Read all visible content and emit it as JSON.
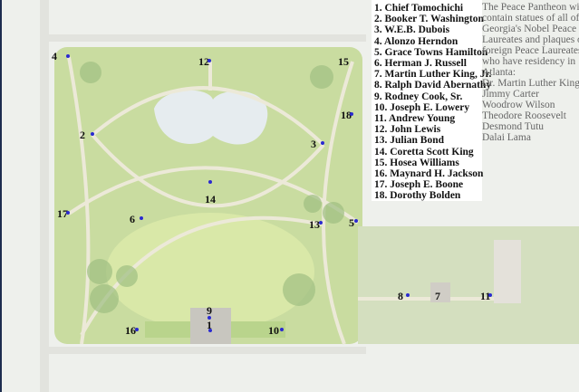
{
  "map": {
    "colors": {
      "park": "#c9dca0",
      "lawn": "#d7e6a6",
      "path": "#ece9d8",
      "pond": "#e6ecef",
      "trees": "#9fbf82",
      "marker_dot": "#2a2ad0"
    },
    "markers": [
      {
        "id": "1"
      },
      {
        "id": "2"
      },
      {
        "id": "3"
      },
      {
        "id": "4"
      },
      {
        "id": "5"
      },
      {
        "id": "6"
      },
      {
        "id": "7"
      },
      {
        "id": "8"
      },
      {
        "id": "9"
      },
      {
        "id": "10"
      },
      {
        "id": "11"
      },
      {
        "id": "12"
      },
      {
        "id": "13"
      },
      {
        "id": "14"
      },
      {
        "id": "15"
      },
      {
        "id": "16"
      },
      {
        "id": "17"
      },
      {
        "id": "18"
      }
    ]
  },
  "legend": {
    "items": [
      "1. Chief Tomochichi",
      "2. Booker T. Washington",
      "3. W.E.B. Dubois",
      "4. Alonzo Herndon",
      "5. Grace Towns Hamilton",
      "6. Herman J. Russell",
      "7. Martin Luther King, Jr.",
      "8. Ralph David Abernathy",
      "9. Rodney Cook, Sr.",
      "10. Joseph E. Lowery",
      "11. Andrew Young",
      "12. John Lewis",
      "13. Julian Bond",
      "14. Coretta Scott King",
      "15. Hosea Williams",
      "16. Maynard H. Jackson",
      "17. Joseph E. Boone",
      "18. Dorothy Bolden"
    ]
  },
  "description": {
    "lines": [
      "The Peace Pantheon will",
      "contain statues of all of",
      "Georgia's Nobel Peace",
      "Laureates and plaques of",
      "foreign Peace Laureates",
      "who have residency in",
      "Atlanta:"
    ],
    "laureates": [
      "Dr. Martin Luther King, Jr",
      "Jimmy Carter",
      "Woodrow Wilson",
      "Theodore Roosevelt",
      "Desmond Tutu",
      "Dalai Lama"
    ]
  }
}
